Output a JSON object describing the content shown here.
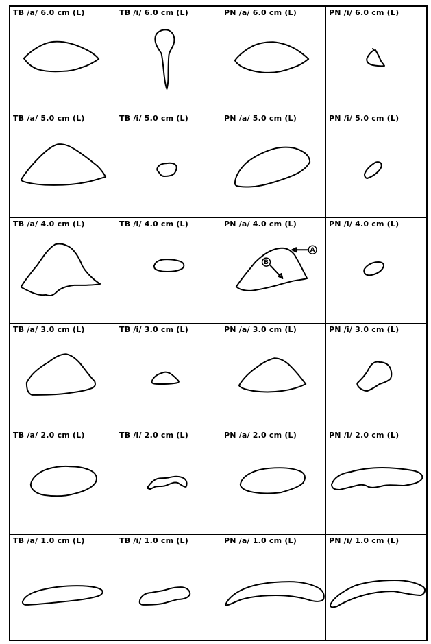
{
  "labels": [
    [
      "TB /a/ 6.0 cm (L)",
      "TB /i/ 6.0 cm (L)",
      "PN /a/ 6.0 cm (L)",
      "PN /i/ 6.0 cm (L)"
    ],
    [
      "TB /a/ 5.0 cm (L)",
      "TB /i/ 5.0 cm (L)",
      "PN /a/ 5.0 cm (L)",
      "PN /i/ 5.0 cm (L)"
    ],
    [
      "TB /a/ 4.0 cm (L)",
      "TB /i/ 4.0 cm (L)",
      "PN /a/ 4.0 cm (L)",
      "PN /i/ 4.0 cm (L)"
    ],
    [
      "TB /a/ 3.0 cm (L)",
      "TB /i/ 3.0 cm (L)",
      "PN /a/ 3.0 cm (L)",
      "PN /i/ 3.0 cm (L)"
    ],
    [
      "TB /a/ 2.0 cm (L)",
      "TB /i/ 2.0 cm (L)",
      "PN /a/ 2.0 cm (L)",
      "PN /i/ 2.0 cm (L)"
    ],
    [
      "TB /a/ 1.0 cm (L)",
      "TB /i/ 1.0 cm (L)",
      "PN /a/ 1.0 cm (L)",
      "PN /i/ 1.0 cm (L)"
    ]
  ],
  "annotations": {
    "marker_a": "A",
    "marker_b": "B"
  }
}
